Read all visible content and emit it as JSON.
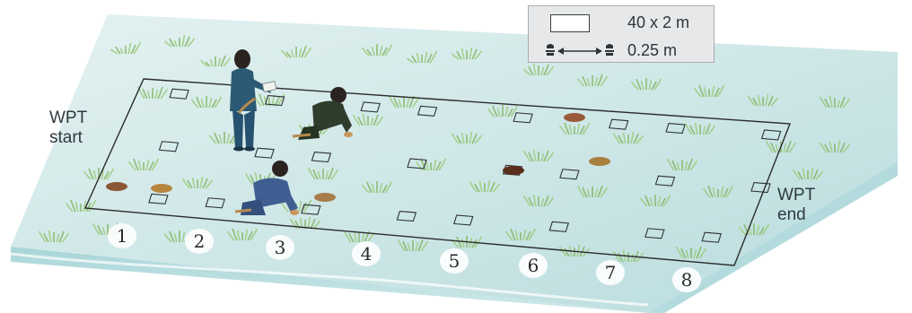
{
  "labels": {
    "start_line1": "WPT",
    "start_line2": "start",
    "end_line1": "WPT",
    "end_line2": "end"
  },
  "legend": {
    "transect_text": "40 x 2 m",
    "spacing_text": "0.25 m"
  },
  "quadrat_columns": [
    "1",
    "2",
    "3",
    "4",
    "5",
    "6",
    "7",
    "8"
  ],
  "colors": {
    "water_light": "#d6ecec",
    "water_mid": "#c2e1e2",
    "water_deep": "#a9d4d8",
    "slab_side": "#9fcfd3",
    "seagrass": "#8fbf6e",
    "transect_line": "#2b2b2b"
  },
  "icons": [
    "diver-standing",
    "diver-kneeling",
    "diver-crouching",
    "sea-cucumber",
    "quadrat",
    "marker-peg"
  ]
}
